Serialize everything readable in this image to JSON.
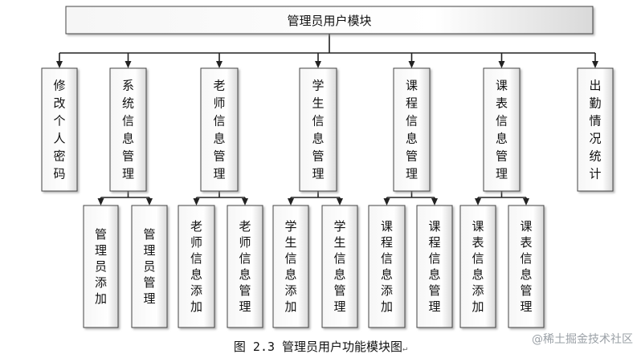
{
  "root": "管理员用户模块",
  "level1": [
    {
      "id": "n1",
      "label": "修改个人密码"
    },
    {
      "id": "n2",
      "label": "系统信息管理"
    },
    {
      "id": "n3",
      "label": "老师信息管理"
    },
    {
      "id": "n4",
      "label": "学生信息管理"
    },
    {
      "id": "n5",
      "label": "课程信息管理"
    },
    {
      "id": "n6",
      "label": "课表信息管理"
    },
    {
      "id": "n7",
      "label": "出勤情况统计"
    }
  ],
  "level2": [
    {
      "id": "c1",
      "parent": "n2",
      "label": "管理员添加"
    },
    {
      "id": "c2",
      "parent": "n2",
      "label": "管理员管理"
    },
    {
      "id": "c3",
      "parent": "n3",
      "label": "老师信息添加"
    },
    {
      "id": "c4",
      "parent": "n3",
      "label": "老师信息管理"
    },
    {
      "id": "c5",
      "parent": "n4",
      "label": "学生信息添加"
    },
    {
      "id": "c6",
      "parent": "n4",
      "label": "学生信息管理"
    },
    {
      "id": "c7",
      "parent": "n5",
      "label": "课程信息添加"
    },
    {
      "id": "c8",
      "parent": "n5",
      "label": "课程信息管理"
    },
    {
      "id": "c9",
      "parent": "n6",
      "label": "课表信息添加"
    },
    {
      "id": "c10",
      "parent": "n6",
      "label": "课表信息管理"
    }
  ],
  "caption": "图 2.3 管理员用户功能模块图",
  "caption_mark": "↵",
  "watermark": "@稀土掘金技术社区"
}
